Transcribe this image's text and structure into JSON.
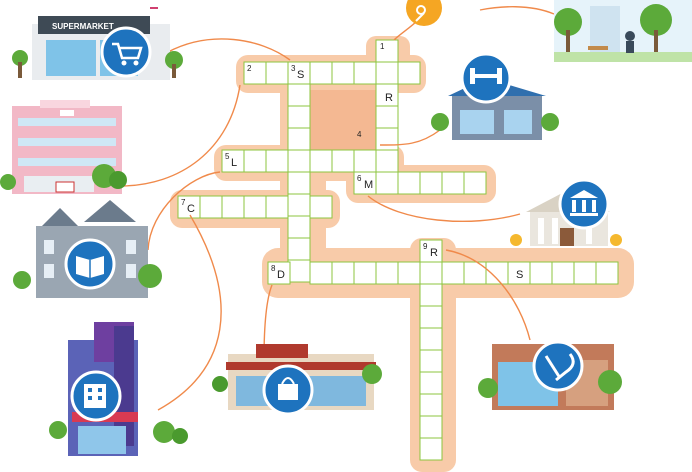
{
  "supermarket_sign": "SUPERMARKET",
  "colors": {
    "band": "#f8cba9",
    "cell_border": "#8cc63f",
    "arrow": "#f08a4b",
    "icon_blue": "#1e73be"
  },
  "icons": [
    "shopping-cart-icon",
    "hospital-icon",
    "book-icon",
    "film-icon",
    "shopping-bag-icon",
    "restaurant-icon",
    "museum-icon",
    "dumbbell-icon",
    "park-icon"
  ],
  "clues": [
    {
      "num": "1",
      "text": ""
    },
    {
      "num": "2",
      "text": ""
    },
    {
      "num": "3",
      "text": "S"
    },
    {
      "num": "R-hint",
      "text": "R"
    },
    {
      "num": "4",
      "text": ""
    },
    {
      "num": "5",
      "text": "L"
    },
    {
      "num": "6",
      "text": "M"
    },
    {
      "num": "7",
      "text": "C"
    },
    {
      "num": "8",
      "text": "D"
    },
    {
      "num": "9",
      "text": "R"
    },
    {
      "num": "S-hint",
      "text": "S"
    }
  ]
}
